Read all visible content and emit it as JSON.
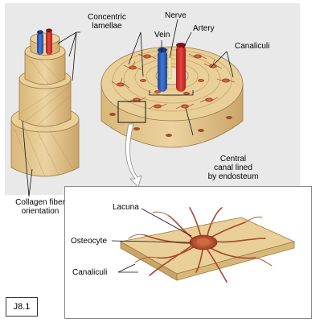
{
  "labels": {
    "concentric_lamellae": [
      "Concentric",
      "lamellae"
    ],
    "nerve": "Nerve",
    "vein": "Vein",
    "artery": "Artery",
    "canaliculi_top": "Canaliculi",
    "collagen": [
      "Collagen fiber",
      "orientation"
    ],
    "central_canal": [
      "Central",
      "canal lined",
      "by endosteum"
    ],
    "lacuna": "Lacuna",
    "osteocyte": "Osteocyte",
    "canaliculi_bottom": "Canaliculi"
  },
  "figure_id": "J8.1",
  "colors": {
    "bone": "#e3c891",
    "bone_dark": "#c9a76a",
    "osteocyte": "#c0603a",
    "vein": "#2e5db3",
    "artery": "#d8322f",
    "nerve": "#f3e2a6"
  }
}
